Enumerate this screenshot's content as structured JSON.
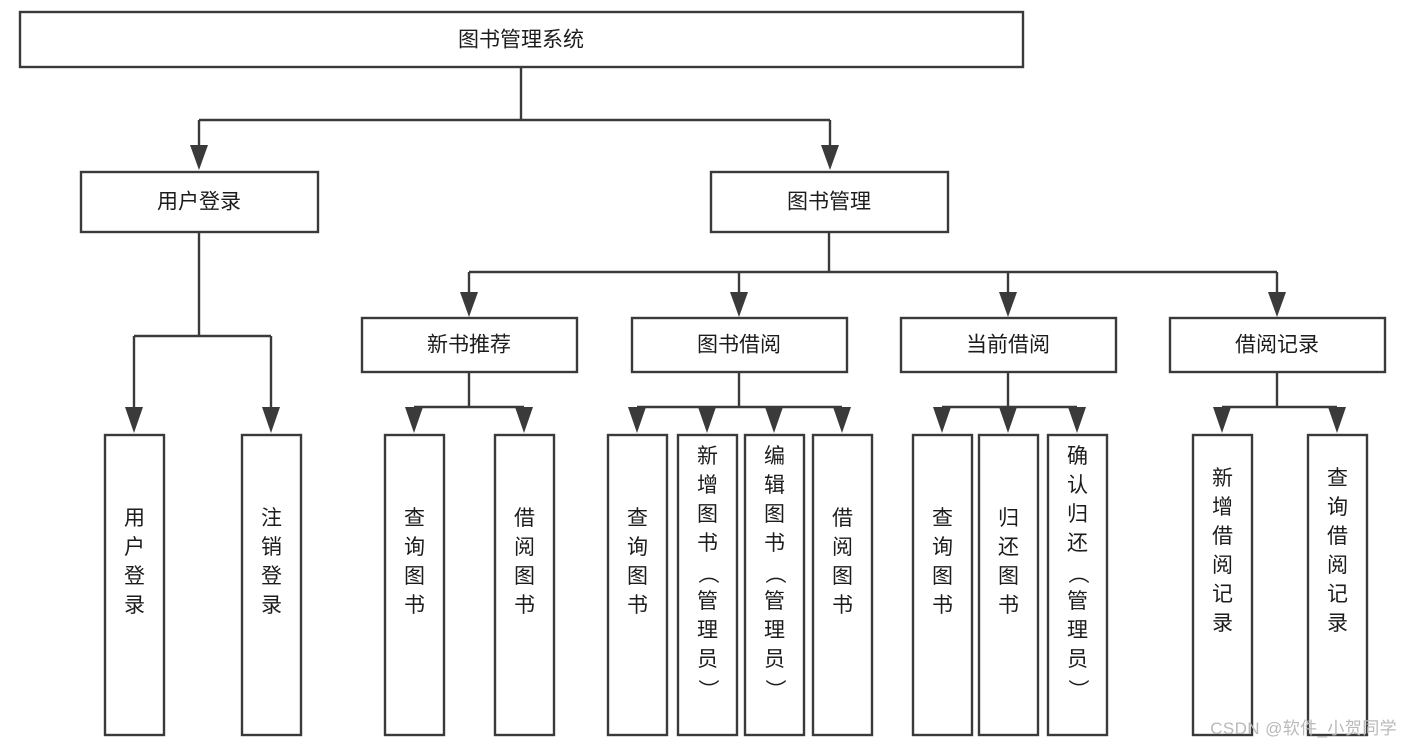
{
  "diagram": {
    "type": "tree-hierarchy",
    "title": "图书管理系统",
    "watermark": "CSDN @软件_小贺同学",
    "colors": {
      "background": "#ffffff",
      "stroke": "#3a3a3a",
      "text": "#1c1c1c",
      "watermark": "#b9b9b9"
    },
    "nodes": {
      "root": {
        "label": "图书管理系统",
        "level": 0
      },
      "level1": [
        {
          "id": "user-login",
          "label": "用户登录"
        },
        {
          "id": "book-manage",
          "label": "图书管理"
        }
      ],
      "level2": [
        {
          "id": "new-book-recommend",
          "label": "新书推荐",
          "parent": "book-manage"
        },
        {
          "id": "book-borrow",
          "label": "图书借阅",
          "parent": "book-manage"
        },
        {
          "id": "current-borrow",
          "label": "当前借阅",
          "parent": "book-manage"
        },
        {
          "id": "borrow-record",
          "label": "借阅记录",
          "parent": "book-manage"
        }
      ],
      "leaves": [
        {
          "id": "leaf-user-login",
          "label": "用户登录",
          "parent": "user-login"
        },
        {
          "id": "leaf-logout",
          "label": "注销登录",
          "parent": "user-login"
        },
        {
          "id": "leaf-query-book-1",
          "label": "查询图书",
          "parent": "new-book-recommend"
        },
        {
          "id": "leaf-borrow-book-1",
          "label": "借阅图书",
          "parent": "new-book-recommend"
        },
        {
          "id": "leaf-query-book-2",
          "label": "查询图书",
          "parent": "book-borrow"
        },
        {
          "id": "leaf-add-book",
          "label": "新增图书（管理员）",
          "parent": "book-borrow"
        },
        {
          "id": "leaf-edit-book",
          "label": "编辑图书（管理员）",
          "parent": "book-borrow"
        },
        {
          "id": "leaf-borrow-book-2",
          "label": "借阅图书",
          "parent": "book-borrow"
        },
        {
          "id": "leaf-query-book-3",
          "label": "查询图书",
          "parent": "current-borrow"
        },
        {
          "id": "leaf-return-book",
          "label": "归还图书",
          "parent": "current-borrow"
        },
        {
          "id": "leaf-confirm-return",
          "label": "确认归还（管理员）",
          "parent": "current-borrow"
        },
        {
          "id": "leaf-add-record",
          "label": "新增借阅记录",
          "parent": "borrow-record"
        },
        {
          "id": "leaf-query-record",
          "label": "查询借阅记录",
          "parent": "borrow-record"
        }
      ]
    }
  }
}
